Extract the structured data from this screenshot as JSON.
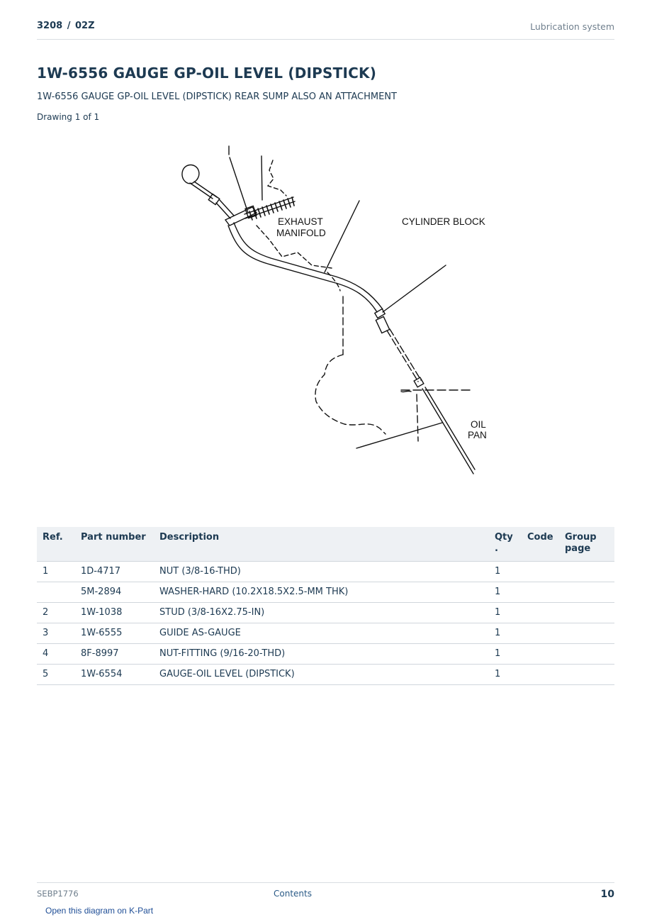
{
  "header": {
    "model": "3208  /  02Z",
    "section": "Lubrication system"
  },
  "title": "1W-6556 GAUGE GP-OIL LEVEL (DIPSTICK)",
  "subtitle": "1W-6556 GAUGE GP-OIL LEVEL (DIPSTICK) REAR SUMP ALSO AN ATTACHMENT",
  "drawing_count": "Drawing 1 of 1",
  "drawing": {
    "labels": {
      "exhaust_1": "EXHAUST",
      "exhaust_2": "MANIFOLD",
      "cylinder": "CYLINDER BLOCK",
      "oil_1": "OIL",
      "oil_2": "PAN"
    }
  },
  "table": {
    "headers": {
      "ref": "Ref.",
      "part_number": "Part number",
      "description": "Description",
      "qty_1": "Qty",
      "qty_2": ".",
      "code": "Code",
      "group_1": "Group",
      "group_2": "page"
    },
    "rows": [
      {
        "ref": "1",
        "part_number": "1D-4717",
        "description": "NUT (3/8-16-THD)",
        "qty": "1",
        "code": "",
        "group_page": ""
      },
      {
        "ref": "",
        "part_number": "5M-2894",
        "description": "WASHER-HARD (10.2X18.5X2.5-MM THK)",
        "qty": "1",
        "code": "",
        "group_page": ""
      },
      {
        "ref": "2",
        "part_number": "1W-1038",
        "description": "STUD (3/8-16X2.75-IN)",
        "qty": "1",
        "code": "",
        "group_page": ""
      },
      {
        "ref": "3",
        "part_number": "1W-6555",
        "description": "GUIDE AS-GAUGE",
        "qty": "1",
        "code": "",
        "group_page": ""
      },
      {
        "ref": "4",
        "part_number": "8F-8997",
        "description": "NUT-FITTING (9/16-20-THD)",
        "qty": "1",
        "code": "",
        "group_page": ""
      },
      {
        "ref": "5",
        "part_number": "1W-6554",
        "description": "GAUGE-OIL LEVEL (DIPSTICK)",
        "qty": "1",
        "code": "",
        "group_page": ""
      }
    ]
  },
  "footer": {
    "doc_id": "SEBP1776",
    "contents": "Contents",
    "page": "10"
  },
  "kpart_link": "Open this diagram on K-Part"
}
